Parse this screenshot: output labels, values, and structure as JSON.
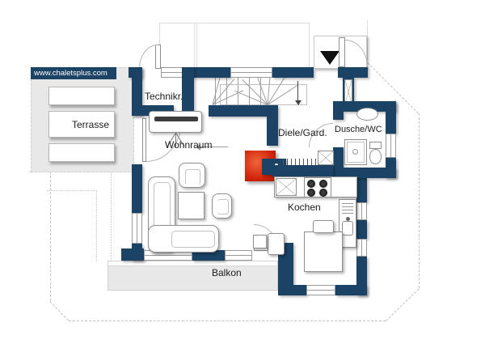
{
  "watermark": {
    "text": "www.chaletsplus.com"
  },
  "rooms": {
    "terrasse": {
      "label": "Terrasse"
    },
    "technikraum": {
      "label": "Technikr."
    },
    "wohnraum": {
      "label": "Wohnraum"
    },
    "diele": {
      "label": "Diele/Gard."
    },
    "dusche_wc": {
      "label": "Dusche/WC"
    },
    "kochen": {
      "label": "Kochen"
    },
    "balkon": {
      "label": "Balkon"
    }
  },
  "colors": {
    "wall": "#1b4365",
    "outdoor_gray": "#e8e8e8",
    "fireplace_red": "#d2250a",
    "entrance_marker": "#111111",
    "watermark_bg": "#1b4365",
    "watermark_text": "#ffffff"
  },
  "icons": [
    "entrance-triangle-icon",
    "stairs",
    "fireplace",
    "stove-flue",
    "cooktop-burners",
    "kitchen-sink",
    "washbasin",
    "shower",
    "toilet",
    "wardrobe-x-box",
    "coat-rack-hatch",
    "sofa",
    "armchair",
    "coffee-table",
    "tv-console",
    "dining-table",
    "dining-chair"
  ]
}
